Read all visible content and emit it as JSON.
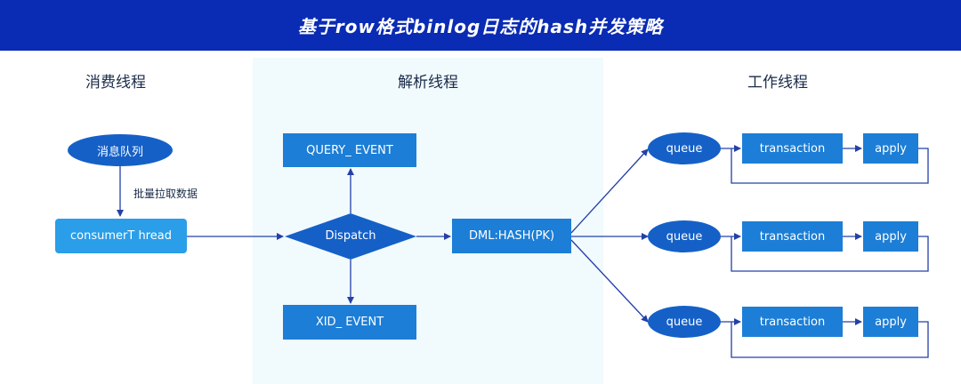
{
  "banner": {
    "title": "基于row格式binlog日志的hash并发策略"
  },
  "lanes": {
    "consume": "消费线程",
    "parse": "解析线程",
    "work": "工作线程"
  },
  "nodes": {
    "message_queue": "消息队列",
    "consumer_thread": "consumerT hread",
    "batch_pull_label": "批量拉取数据",
    "dispatch": "Dispatch",
    "query_event": "QUERY_ EVENT",
    "xid_event": "XID_ EVENT",
    "dml_hash": "DML:HASH(PK)",
    "workers": [
      {
        "queue": "queue",
        "transaction": "transaction",
        "apply": "apply"
      },
      {
        "queue": "queue",
        "transaction": "transaction",
        "apply": "apply"
      },
      {
        "queue": "queue",
        "transaction": "transaction",
        "apply": "apply"
      }
    ]
  },
  "colors": {
    "banner": "#0a2bb3",
    "node_dark": "#1560c7",
    "node": "#1c7ed6",
    "node_light": "#2a9ee8",
    "edge": "#2440a8",
    "parse_background": "#f1fafd"
  }
}
